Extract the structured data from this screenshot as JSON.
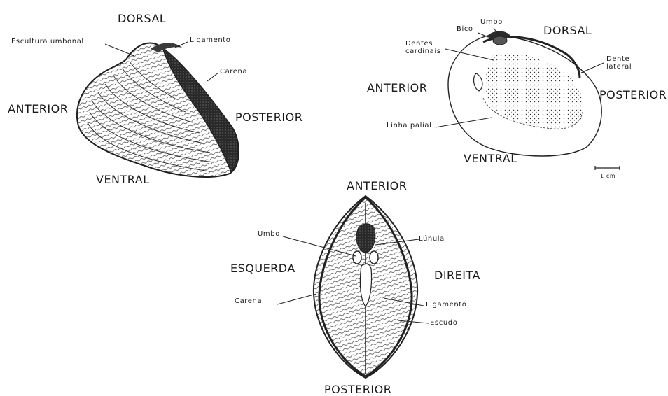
{
  "view1": {
    "dorsal": "DORSAL",
    "anterior": "ANTERIOR",
    "posterior": "POSTERIOR",
    "ventral": "VENTRAL",
    "escultura_umbonal": "Escultura umbonal",
    "ligamento": "Ligamento",
    "carena": "Carena"
  },
  "view2": {
    "bico": "Bico",
    "umbo": "Umbo",
    "dorsal": "DORSAL",
    "dentes_cardinais_1": "Dentes",
    "dentes_cardinais_2": "cardinais",
    "dente_lateral_1": "Dente",
    "dente_lateral_2": "lateral",
    "anterior": "ANTERIOR",
    "posterior": "POSTERIOR",
    "linha_palial": "Linha palial",
    "ventral": "VENTRAL",
    "scale": "1 cm"
  },
  "view3": {
    "anterior": "ANTERIOR",
    "umbo": "Umbo",
    "lunula": "Lúnula",
    "esquerda": "ESQUERDA",
    "direita": "DIREITA",
    "carena": "Carena",
    "ligamento": "Ligamento",
    "escudo": "Escudo",
    "posterior": "POSTERIOR"
  }
}
